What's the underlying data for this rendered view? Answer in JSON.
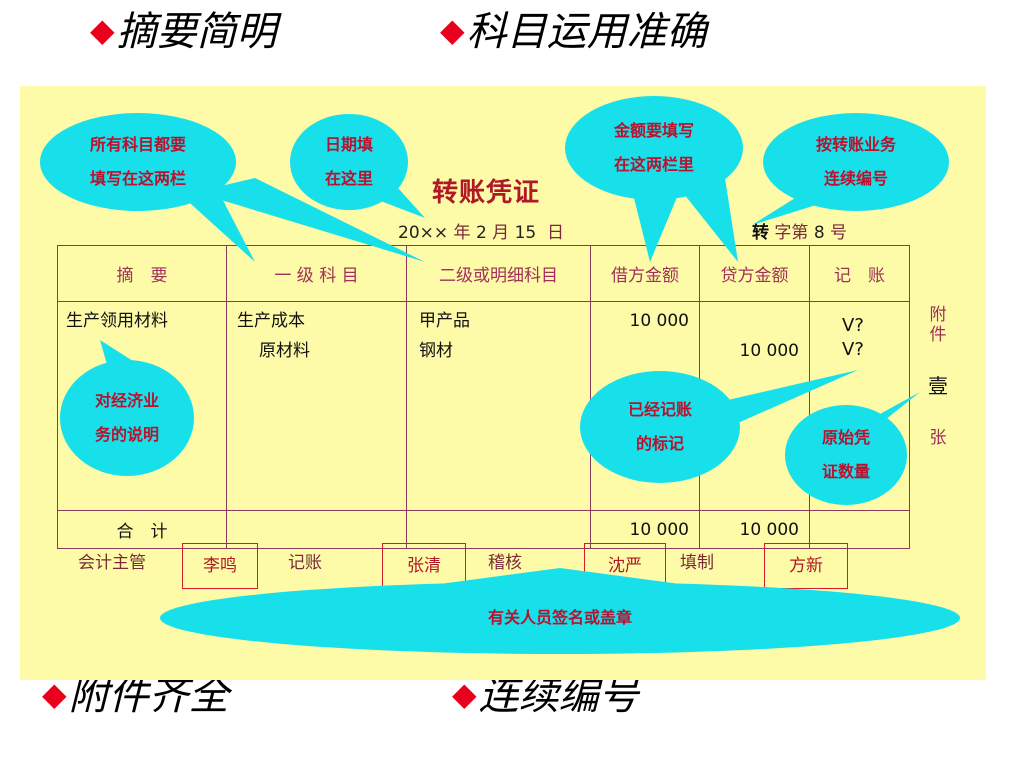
{
  "headings": {
    "top_left": "摘要简明",
    "top_right": "科目运用准确",
    "bottom_left": "附件齐全",
    "bottom_right": "连续编号"
  },
  "voucher": {
    "title": "转账凭证",
    "date": {
      "year": "20××",
      "year_label": "年",
      "month": "2",
      "month_label": "月",
      "day": "15",
      "day_label": "日"
    },
    "number": {
      "prefix": "转",
      "label": "字第",
      "value": "8",
      "suffix": "号"
    },
    "columns": [
      "摘　要",
      "一 级 科 目",
      "二级或明细科目",
      "借方金额",
      "贷方金额",
      "记　账"
    ],
    "summary_text": "生产领用材料",
    "first_level": [
      "生产成本",
      "原材料"
    ],
    "second_level": [
      "甲产品",
      "钢材"
    ],
    "debit": "10 000",
    "credit": "10 000",
    "marks": [
      "V?",
      "V?"
    ],
    "total": {
      "label": "合　计",
      "debit": "10 000",
      "credit": "10 000"
    },
    "attachment": {
      "prefix": "附件",
      "count": "壹",
      "unit": "张"
    },
    "signatures": [
      {
        "role": "会计主管",
        "name": "李鸣"
      },
      {
        "role": "记账",
        "name": "张清"
      },
      {
        "role": "稽核",
        "name": "沈严"
      },
      {
        "role": "填制",
        "name": "方新"
      }
    ]
  },
  "callouts": {
    "accounts": [
      "所有科目都要",
      "填写在这两栏"
    ],
    "date": [
      "日期填",
      "在这里"
    ],
    "amount": [
      "金额要填写",
      "在这两栏里"
    ],
    "numbering": [
      "按转账业务",
      "连续编号"
    ],
    "summary": [
      "对经济业",
      "务的说明"
    ],
    "posted": [
      "已经记账",
      "的标记"
    ],
    "attachments": [
      "原始凭",
      "证数量"
    ],
    "signers": "有关人员签名或盖章"
  },
  "colors": {
    "panel_bg": "#fdfaa8",
    "bubble": "#18e0ea",
    "bubble_text": "#b8122e",
    "accent_red": "#e8001c",
    "grid_line": "#8b3a5a"
  }
}
